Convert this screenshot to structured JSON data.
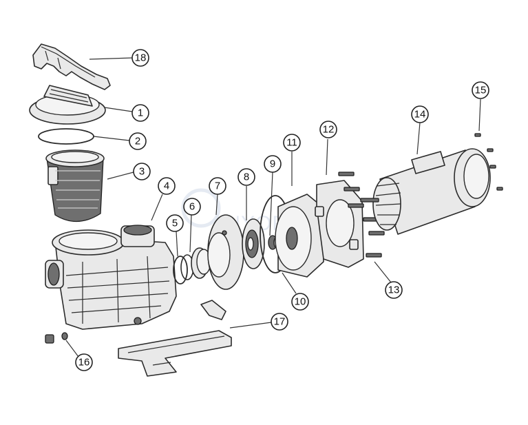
{
  "callouts": [
    {
      "id": "1",
      "label": "1"
    },
    {
      "id": "2",
      "label": "2"
    },
    {
      "id": "3",
      "label": "3"
    },
    {
      "id": "4",
      "label": "4"
    },
    {
      "id": "5",
      "label": "5"
    },
    {
      "id": "6",
      "label": "6"
    },
    {
      "id": "7",
      "label": "7"
    },
    {
      "id": "8",
      "label": "8"
    },
    {
      "id": "9",
      "label": "9"
    },
    {
      "id": "10",
      "label": "10"
    },
    {
      "id": "11",
      "label": "11"
    },
    {
      "id": "12",
      "label": "12"
    },
    {
      "id": "13",
      "label": "13"
    },
    {
      "id": "14",
      "label": "14"
    },
    {
      "id": "15",
      "label": "15"
    },
    {
      "id": "16",
      "label": "16"
    },
    {
      "id": "17",
      "label": "17"
    },
    {
      "id": "18",
      "label": "18"
    }
  ],
  "watermark": "INYOPOOLS"
}
